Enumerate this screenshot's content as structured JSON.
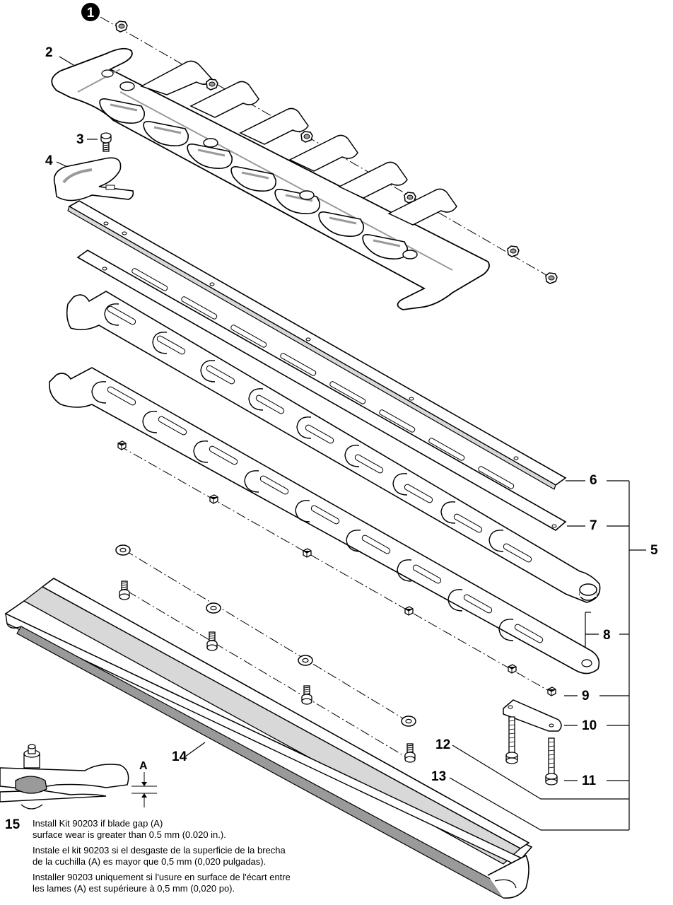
{
  "callouts": {
    "c1": "1",
    "c2": "2",
    "c3": "3",
    "c4": "4",
    "c5": "5",
    "c6": "6",
    "c7": "7",
    "c8": "8",
    "c9": "9",
    "c10": "10",
    "c11": "11",
    "c12": "12",
    "c13": "13",
    "c14": "14",
    "c15": "15",
    "gap_label": "A"
  },
  "note": {
    "en_1": "Install Kit 90203 if blade gap (A)",
    "en_2": "surface wear is greater than 0.5 mm (0.020 in.).",
    "es_1": "Instale el kit 90203 si el desgaste de la superficie de la brecha",
    "es_2": "de la cuchilla (A) es mayor que 0,5 mm (0,020 pulgadas).",
    "fr_1": "Installer 90203 uniquement si l'usure en surface de l'écart entre",
    "fr_2": "les lames (A) est supérieure à 0,5 mm (0,020 po)."
  },
  "colors": {
    "line": "#000000",
    "part_fill": "#ffffff",
    "shade": "#9a9a9a",
    "light_shade": "#d8d8d8"
  }
}
